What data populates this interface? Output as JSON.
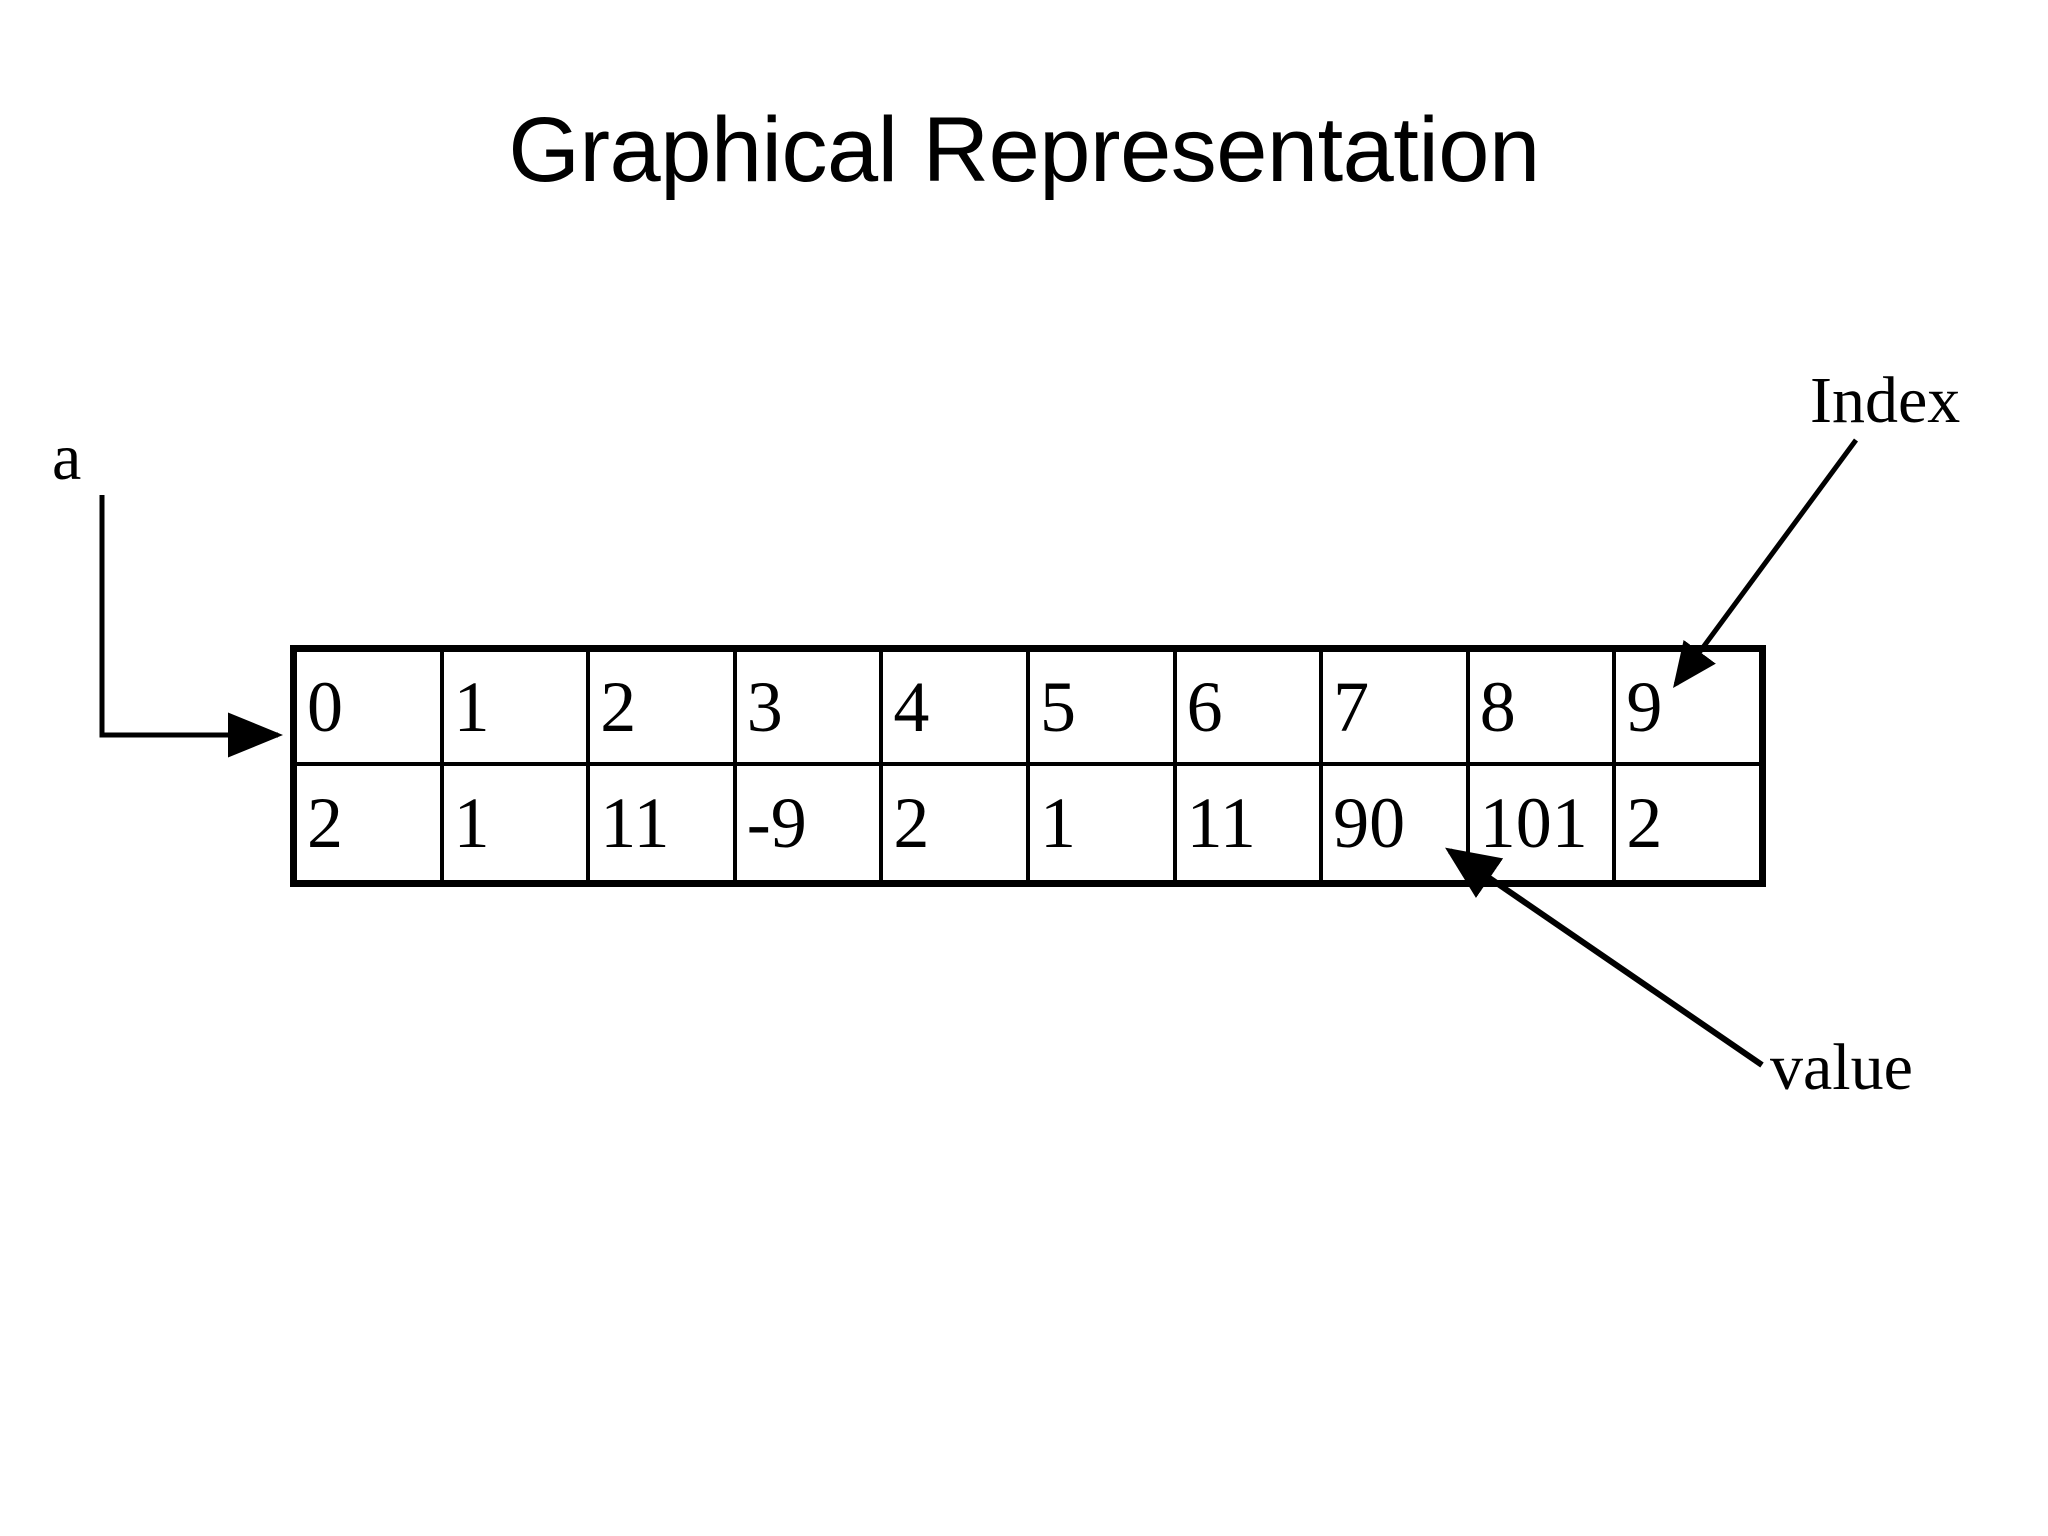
{
  "slide": {
    "title": "Graphical Representation",
    "background_color": "#ffffff",
    "line_color": "#000000"
  },
  "array": {
    "name_label": "a",
    "index_label": "Index",
    "value_label": "value",
    "indices": [
      "0",
      "1",
      "2",
      "3",
      "4",
      "5",
      "6",
      "7",
      "8",
      "9"
    ],
    "values": [
      "2",
      "1",
      "11",
      "-9",
      "2",
      "1",
      "11",
      "90",
      "101",
      "2"
    ],
    "length": 10
  },
  "annotations": {
    "a_arrow": "points to left edge of array",
    "index_arrow": "points to index cell 9",
    "value_arrow": "points to value cell 101"
  }
}
